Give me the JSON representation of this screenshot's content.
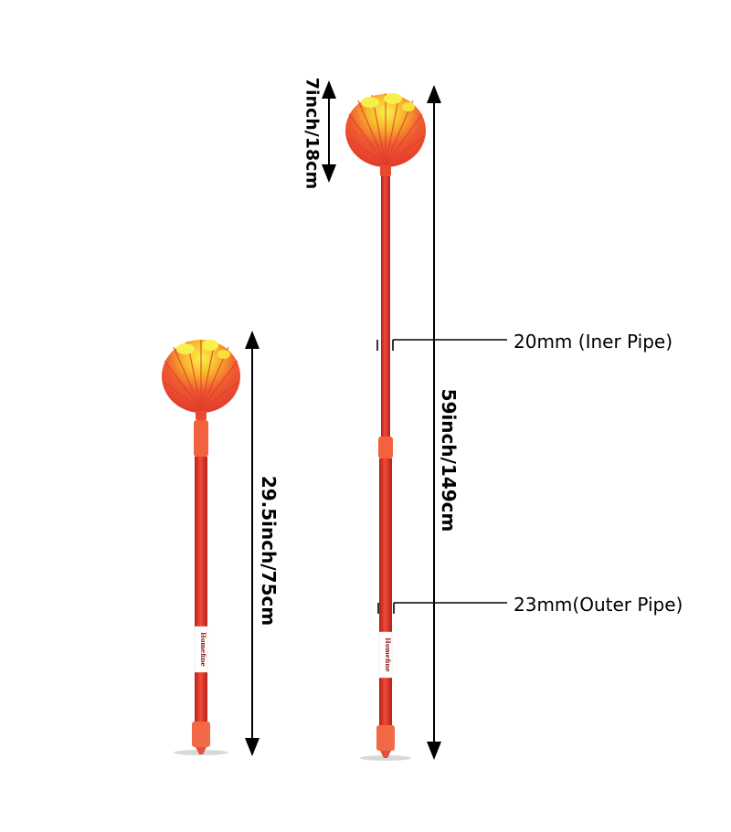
{
  "labels": {
    "head_height": "7inch/18cm",
    "short_length": "29.5inch/75cm",
    "long_length": "59inch/149cm",
    "inner_pipe": "20mm (Iner Pipe)",
    "outer_pipe": "23mm(Outer Pipe)"
  },
  "brand": "Homefine",
  "colors": {
    "pole": "#e23a2e",
    "pole_dark": "#b71f18",
    "bristle_red": "#ef4b34",
    "bristle_orange": "#f79a2a",
    "bristle_yellow": "#f6ec3c",
    "line": "#000000"
  }
}
